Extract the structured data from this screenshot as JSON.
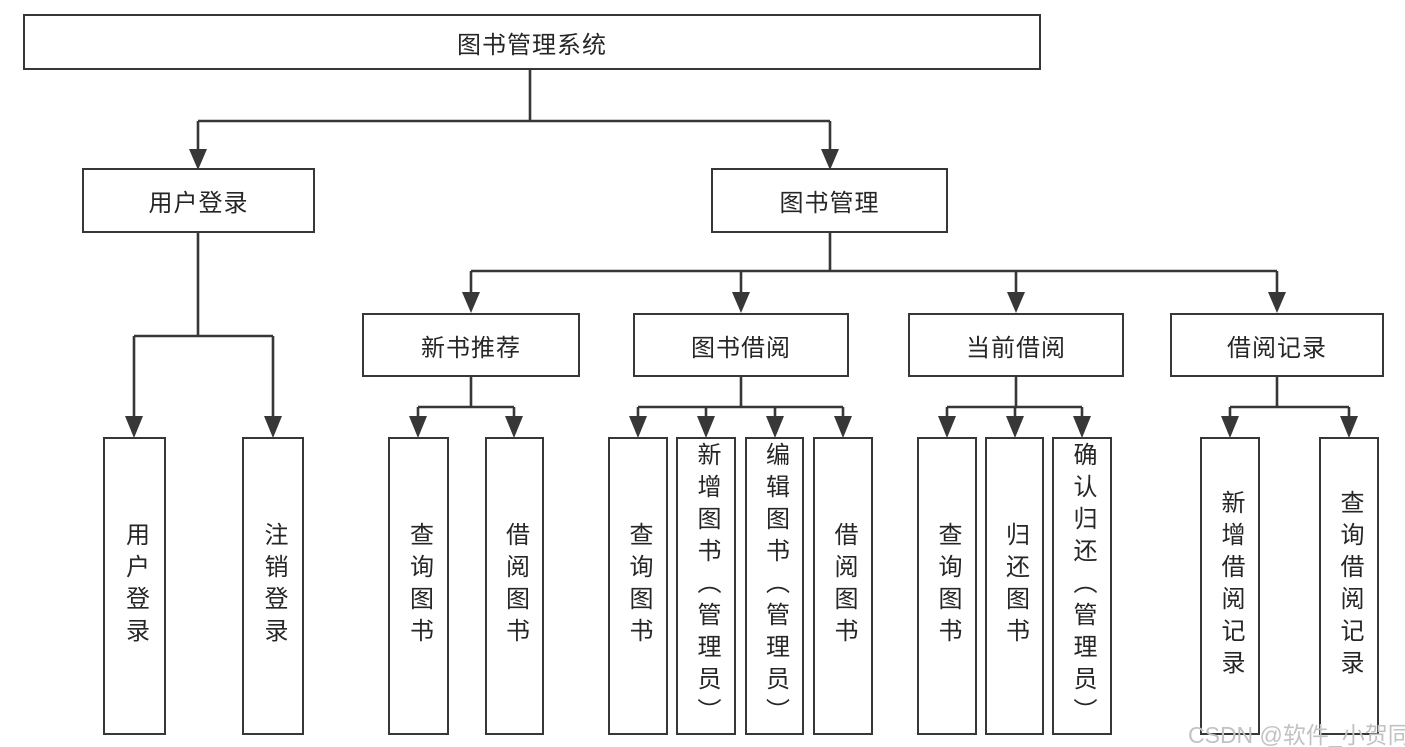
{
  "diagram": {
    "root": {
      "label": "图书管理系统",
      "children": [
        {
          "label": "用户登录",
          "children": [
            {
              "label": "用户登录"
            },
            {
              "label": "注销登录"
            }
          ]
        },
        {
          "label": "图书管理",
          "children": [
            {
              "label": "新书推荐",
              "children": [
                {
                  "label": "查询图书"
                },
                {
                  "label": "借阅图书"
                }
              ]
            },
            {
              "label": "图书借阅",
              "children": [
                {
                  "label": "查询图书"
                },
                {
                  "label": "新增图书（管理员）"
                },
                {
                  "label": "编辑图书（管理员）"
                },
                {
                  "label": "借阅图书"
                }
              ]
            },
            {
              "label": "当前借阅",
              "children": [
                {
                  "label": "查询图书"
                },
                {
                  "label": "归还图书"
                },
                {
                  "label": "确认归还（管理员）"
                }
              ]
            },
            {
              "label": "借阅记录",
              "children": [
                {
                  "label": "新增借阅记录"
                },
                {
                  "label": "查询借阅记录"
                }
              ]
            }
          ]
        }
      ]
    },
    "watermark": "CSDN @软件_小贺同学",
    "colors": {
      "line": "#373737",
      "box_border": "#373737",
      "box_background": "#ffffff",
      "text": "#262626",
      "watermark": "#c2c2c2",
      "page_background": "#ffffff"
    }
  }
}
